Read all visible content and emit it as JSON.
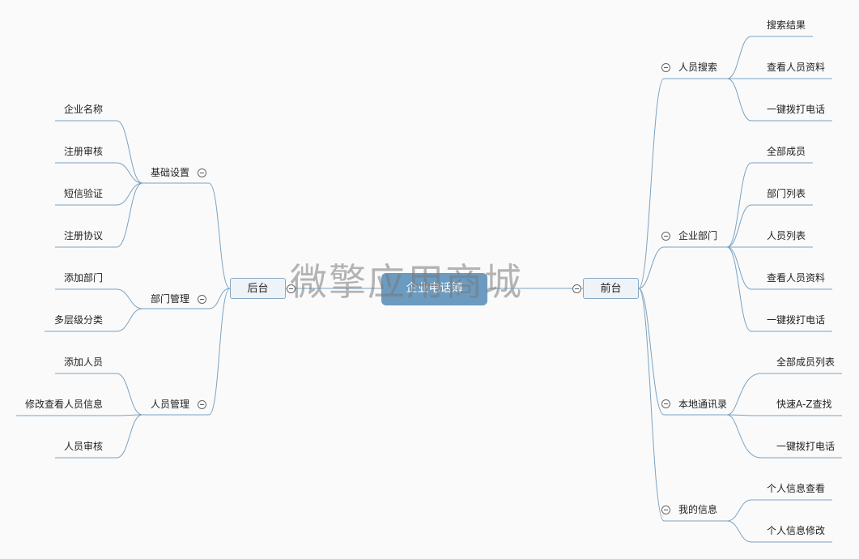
{
  "root": "企业电话簿",
  "watermark": "微擎应用商城",
  "colors": {
    "line": "#7ba3c2",
    "root_fill": "#6b9bc0",
    "node_fill": "#eef3f8"
  },
  "left": {
    "label": "后台",
    "groups": [
      {
        "label": "基础设置",
        "items": [
          "企业名称",
          "注册审核",
          "短信验证",
          "注册协议"
        ]
      },
      {
        "label": "部门管理",
        "items": [
          "添加部门",
          "多层级分类"
        ]
      },
      {
        "label": "人员管理",
        "items": [
          "添加人员",
          "修改查看人员信息",
          "人员审核"
        ]
      }
    ]
  },
  "right": {
    "label": "前台",
    "groups": [
      {
        "label": "人员搜索",
        "items": [
          "搜索结果",
          "查看人员资料",
          "一键拨打电话"
        ]
      },
      {
        "label": "企业部门",
        "items": [
          "全部成员",
          "部门列表",
          "人员列表",
          "查看人员资料",
          "一键拨打电话"
        ]
      },
      {
        "label": "本地通讯录",
        "items": [
          "全部成员列表",
          "快速A-Z查找",
          "一键拨打电话"
        ]
      },
      {
        "label": "我的信息",
        "items": [
          "个人信息查看",
          "个人信息修改"
        ]
      }
    ]
  }
}
